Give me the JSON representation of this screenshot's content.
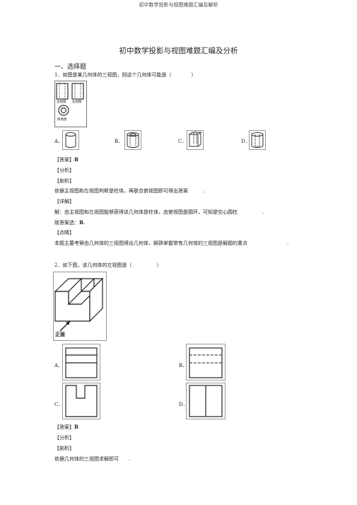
{
  "header": "初中数学投影与视图难题汇编及解析",
  "title": "初中数学投影与视图难题汇编及分析",
  "section": "一、选择题",
  "q1": {
    "stem": "1．如图是某几何体的三视图，则这个几何体可能是（　　　　）",
    "view_labels": [
      "主视图",
      "左视图",
      "俯视图"
    ],
    "options": [
      "A．",
      "B．",
      "C．",
      "D．"
    ],
    "answer_label": "【答案】",
    "answer": "B",
    "analysis": "【分析】",
    "detail": "【剖析】",
    "detail_text": "依据主视图和左视图判断是柱体，再联合俯视图即可得出答案　　　.",
    "explain": "【详解】",
    "explain_text": "解：由主视图和左视图能够获得该几何体是柱体，由俯视图是圆环，可知是空心圆柱　　　　　.",
    "choose_label": "故答案选：",
    "choose": "B.",
    "comment": "【点睛】",
    "comment_text": "本题主要考察由几何体的三视图得出几何体，娴熟掌握常有几何体的三视图是解题的重点　　　　　　　　."
  },
  "q2": {
    "stem": "2．如下图，该几何体的左视图是（　　　　　）",
    "front_label": "正面",
    "options": [
      "A．",
      "B．",
      "C．",
      "D．"
    ],
    "answer_label": "【答案】",
    "answer": "B",
    "analysis": "【分析】",
    "detail": "【剖析】",
    "detail_text": "依据几何体的三视图求解即可　　."
  }
}
